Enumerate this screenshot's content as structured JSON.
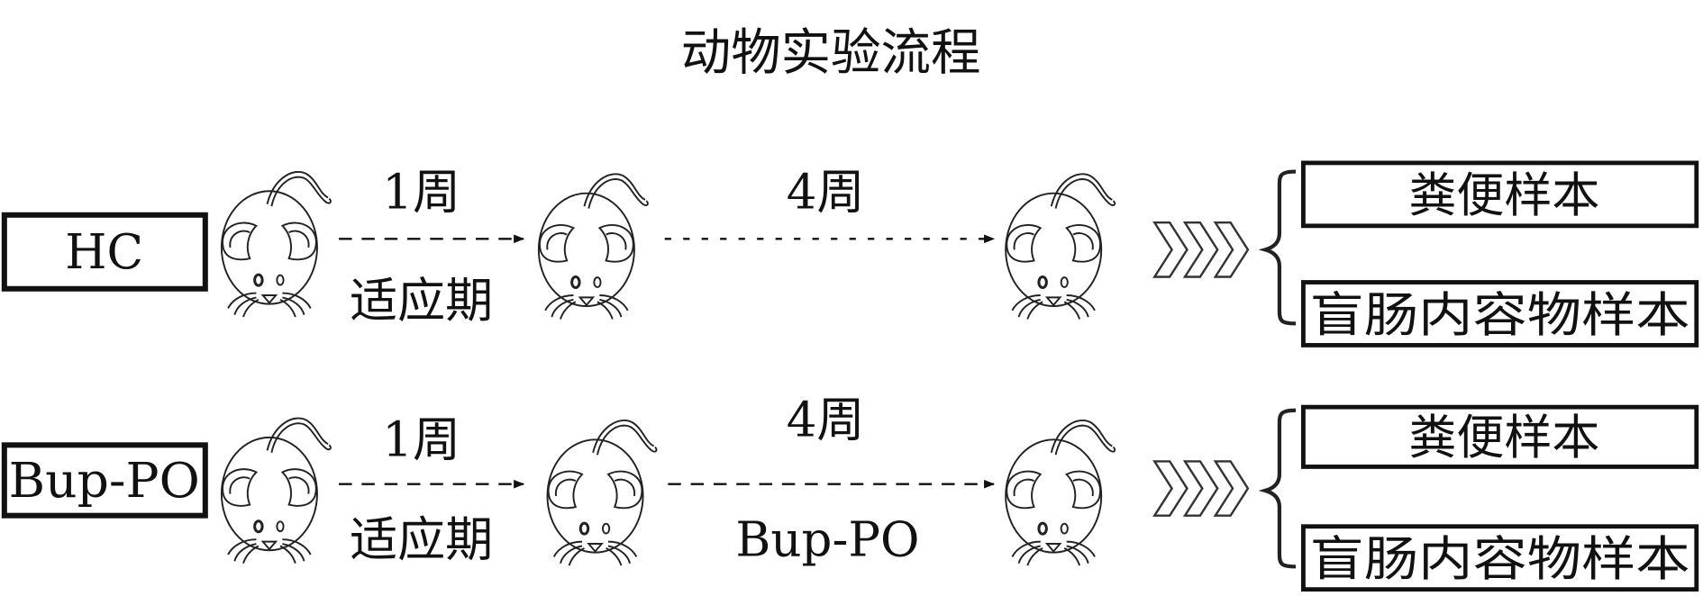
{
  "title": "动物实验流程",
  "rows": [
    {
      "group": "HC",
      "step1_top": "1周",
      "step1_bottom": "适应期",
      "step2_top": "4周",
      "step2_bottom": "",
      "samples": [
        "粪便样本",
        "盲肠内容物样本"
      ]
    },
    {
      "group": "Bup-PO",
      "step1_top": "1周",
      "step1_bottom": "适应期",
      "step2_top": "4周",
      "step2_bottom": "Bup-PO",
      "samples": [
        "粪便样本",
        "盲肠内容物样本"
      ]
    }
  ],
  "icons": {
    "mouse": "mouse-icon",
    "chevrons": "triple-chevron-icon",
    "brace": "curly-brace-icon"
  }
}
